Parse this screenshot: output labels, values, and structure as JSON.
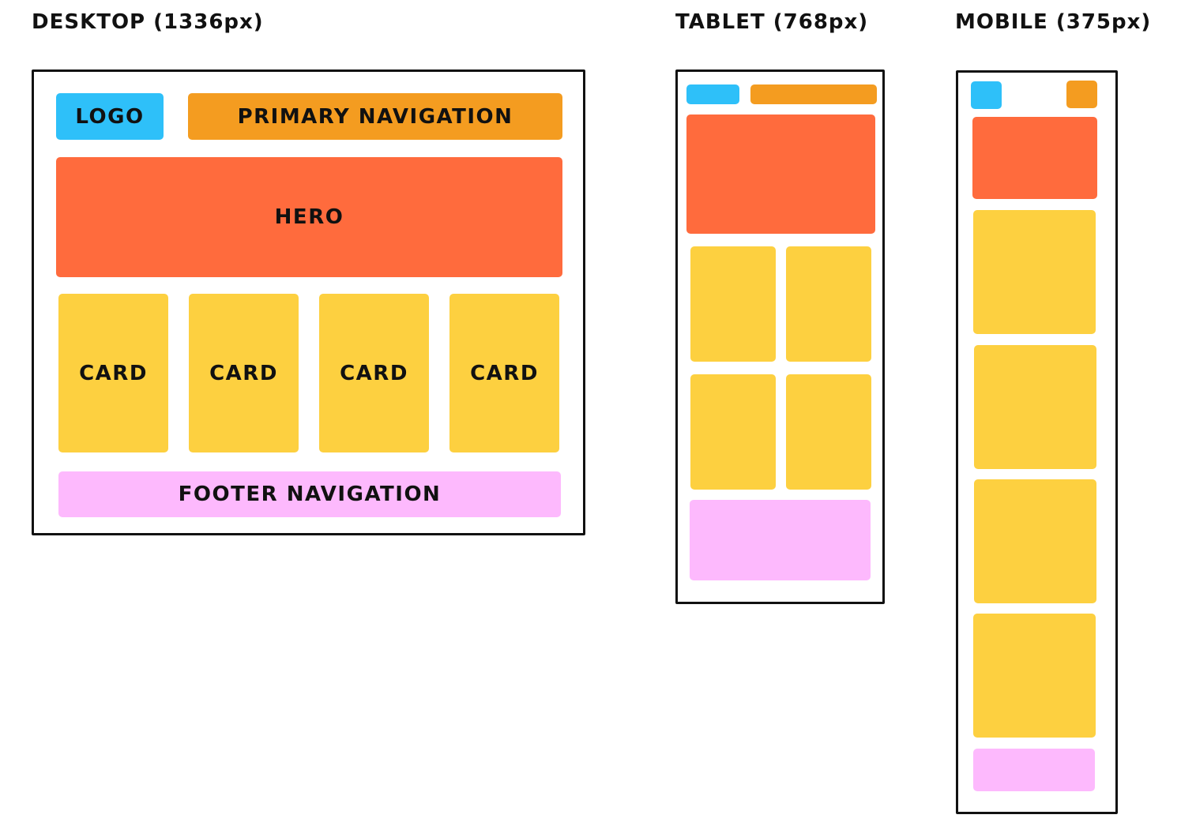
{
  "headings": {
    "desktop": "DESKTOP (1336px)",
    "tablet": "TABLET (768px)",
    "mobile": "MOBILE (375px)"
  },
  "desktop": {
    "logo_label": "LOGO",
    "primary_nav_label": "PRIMARY NAVIGATION",
    "hero_label": "HERO",
    "card_labels": [
      "CARD",
      "CARD",
      "CARD",
      "CARD"
    ],
    "footer_label": "FOOTER NAVIGATION"
  },
  "colors": {
    "logo": "#2ec0f9",
    "primary_nav": "#f49c20",
    "hero": "#ff6b3d",
    "card": "#fdd040",
    "footer": "#fdb9fd",
    "frame_border": "#111111"
  }
}
